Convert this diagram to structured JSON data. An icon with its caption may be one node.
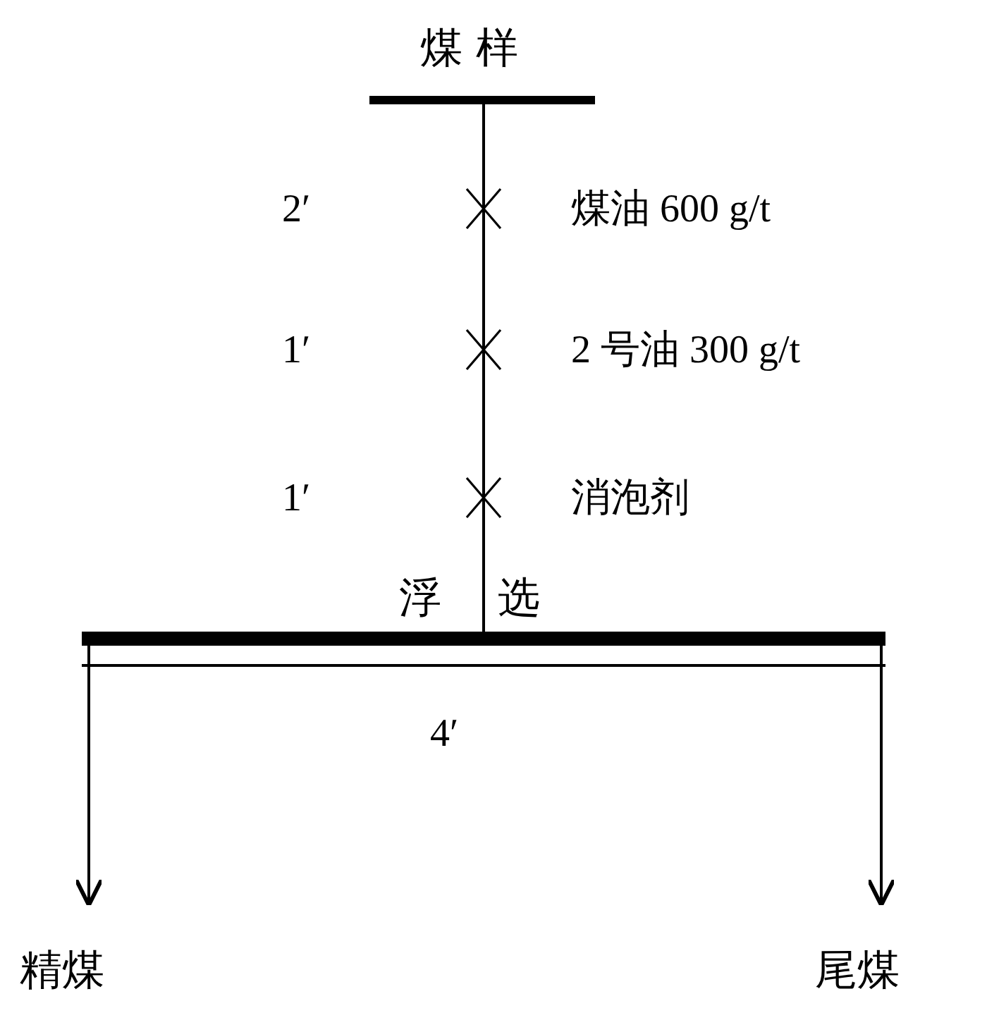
{
  "diagram": {
    "nodes": [
      {
        "text": [
          "煤 样"
        ]
      },
      {
        "text": [
          "浮",
          "选"
        ]
      },
      {
        "text": [
          "精煤"
        ]
      },
      {
        "text": [
          "尾煤"
        ]
      }
    ],
    "edges": [
      {
        "from": 0,
        "to": 1,
        "arrow": "none"
      },
      {
        "from": 1,
        "to": 2,
        "arrow": "to"
      },
      {
        "from": 1,
        "to": 3,
        "arrow": "to"
      }
    ],
    "labels": [
      "2′",
      "煤油 600 g/t",
      "1′",
      "2 号油 300 g/t",
      "1′",
      "消泡剂",
      "4′"
    ]
  }
}
